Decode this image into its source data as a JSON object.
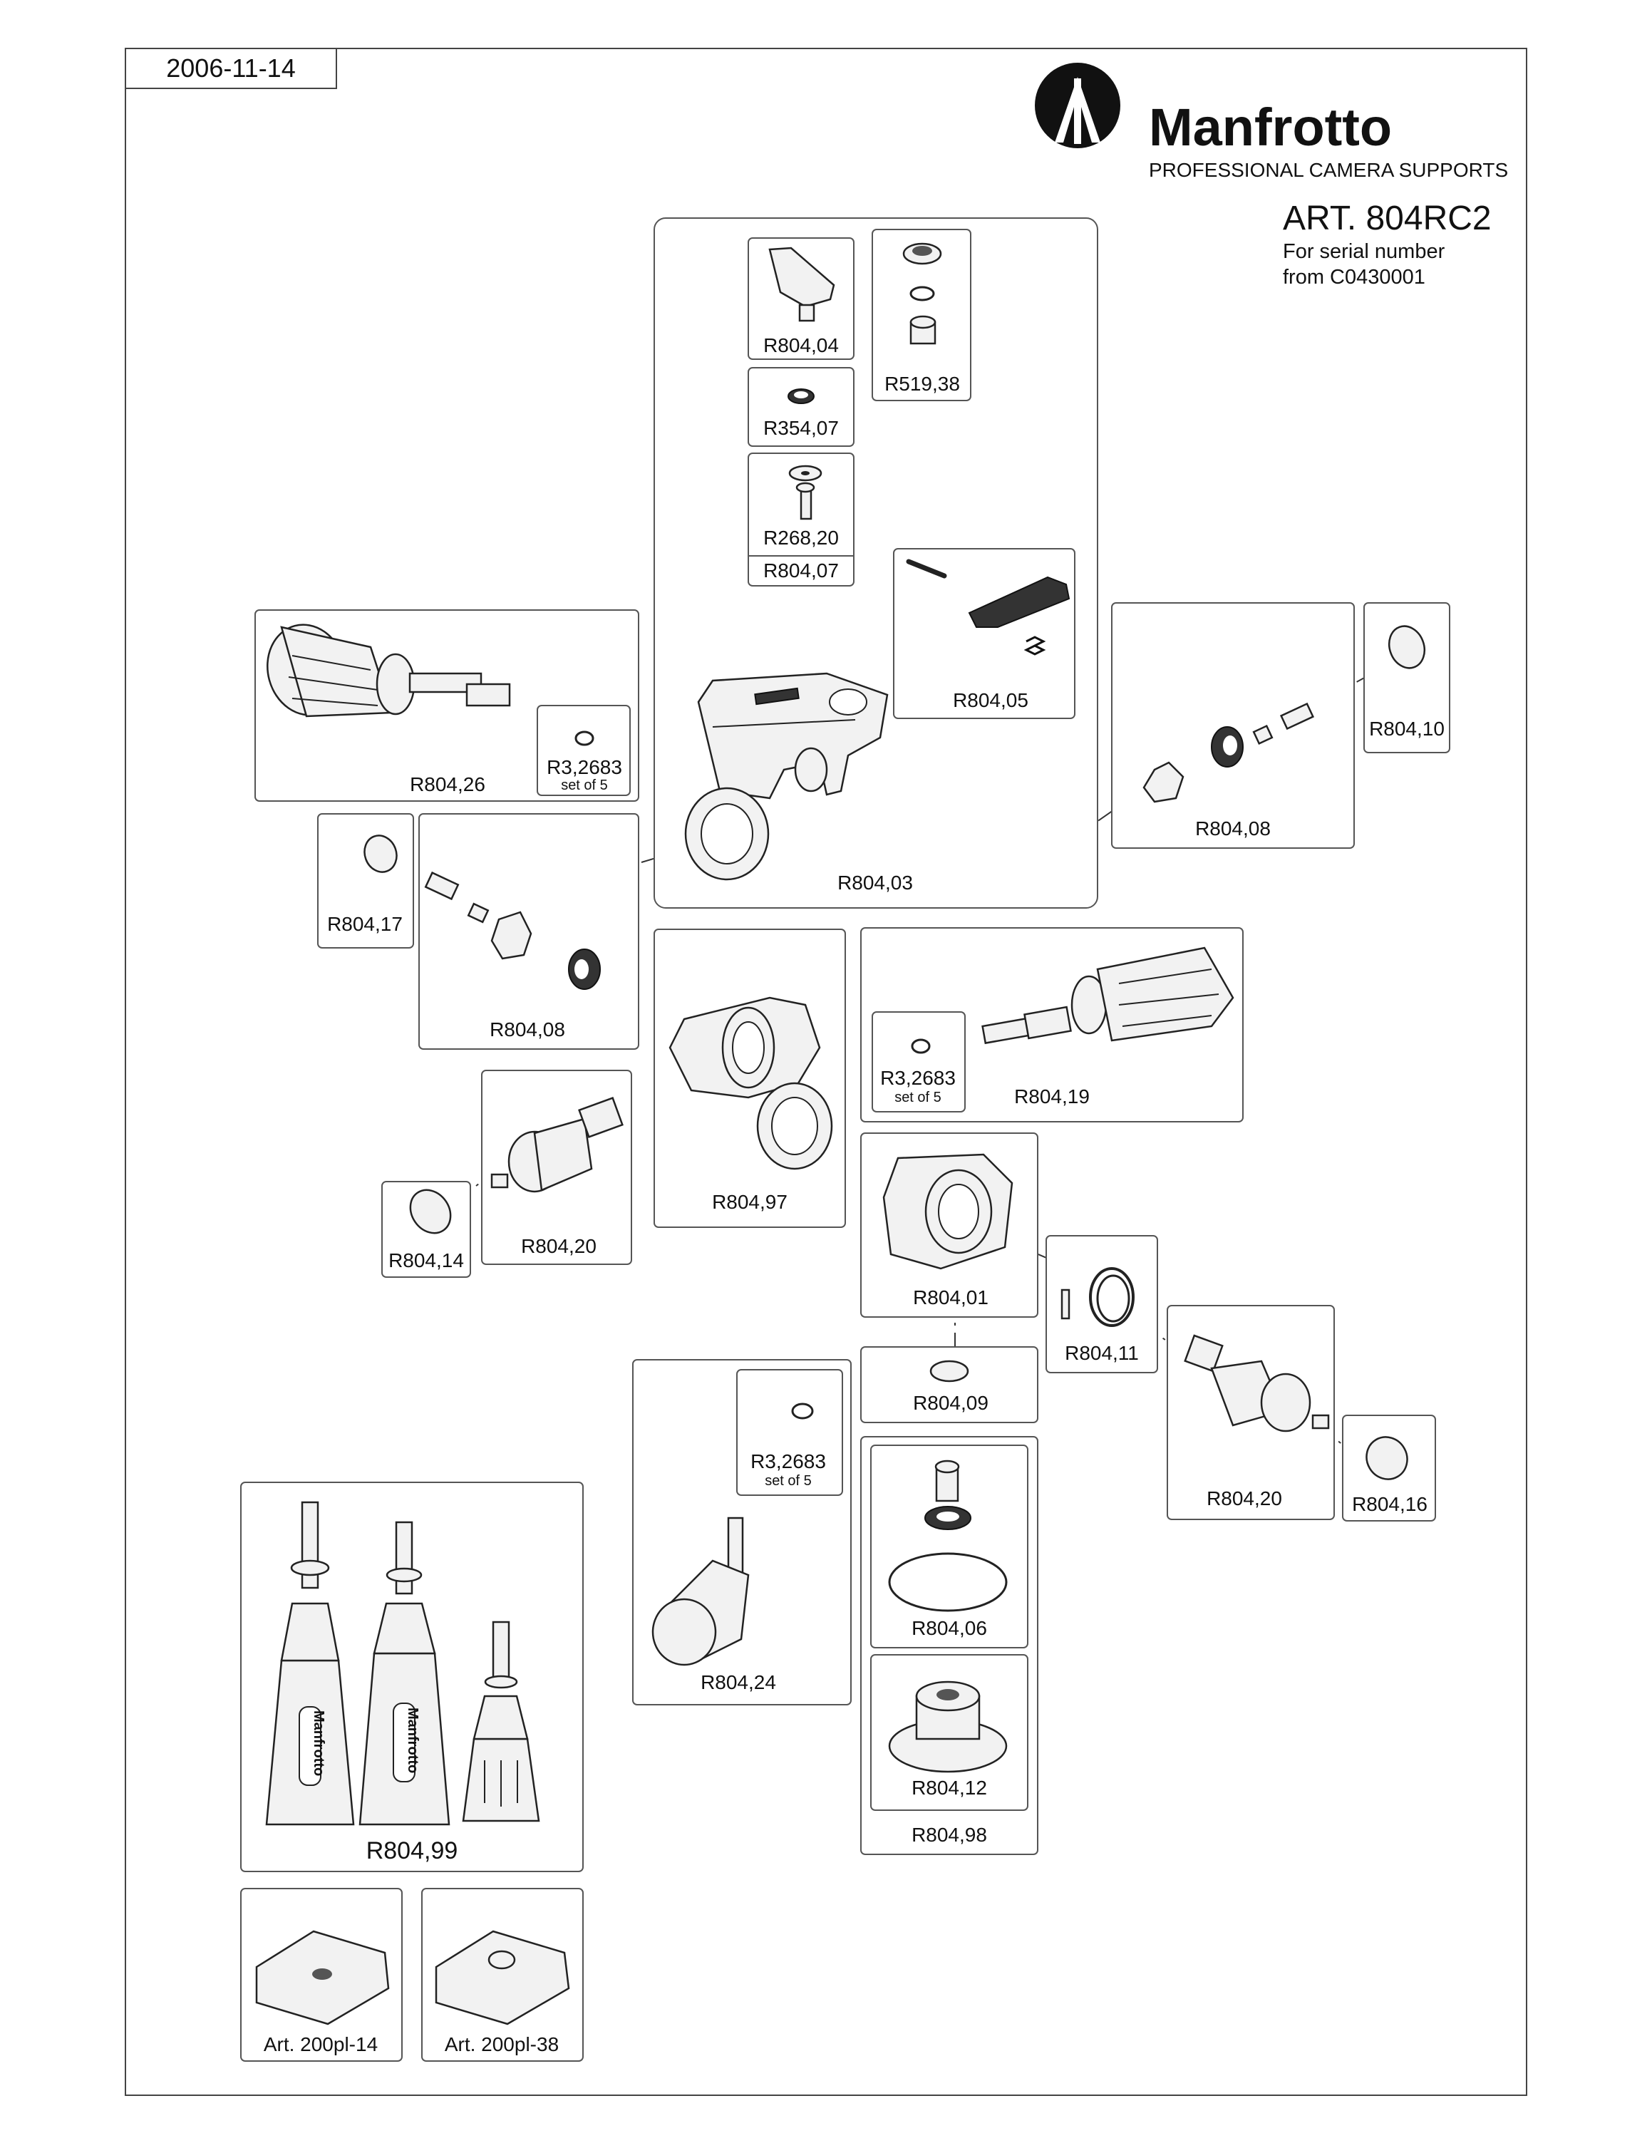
{
  "date": "2006-11-14",
  "brand": {
    "name": "Manfrotto",
    "tagline": "PROFESSIONAL CAMERA SUPPORTS"
  },
  "article": {
    "code": "ART. 804RC2",
    "serial_line1": "For serial number",
    "serial_line2": "from C0430001"
  },
  "parts": {
    "r804_04": "R804,04",
    "r519_38": "R519,38",
    "r354_07": "R354,07",
    "r268_20": "R268,20",
    "r804_07": "R804,07",
    "r804_05": "R804,05",
    "r804_26": "R804,26",
    "r3_2683_a": "R3,2683",
    "set_of_5": "set of 5",
    "r804_10": "R804,10",
    "r804_08": "R804,08",
    "r804_17": "R804,17",
    "r804_03": "R804,03",
    "r804_97": "R804,97",
    "r804_19": "R804,19",
    "r804_14": "R804,14",
    "r804_20": "R804,20",
    "r804_01": "R804,01",
    "r804_11": "R804,11",
    "r804_09": "R804,09",
    "r804_16": "R804,16",
    "r804_06": "R804,06",
    "r804_24": "R804,24",
    "r804_12": "R804,12",
    "r804_98": "R804,98",
    "r804_99": "R804,99",
    "art_200pl_14": "Art. 200pl-14",
    "art_200pl_38": "Art. 200pl-38"
  },
  "handle_logo_text": "Manfrotto"
}
